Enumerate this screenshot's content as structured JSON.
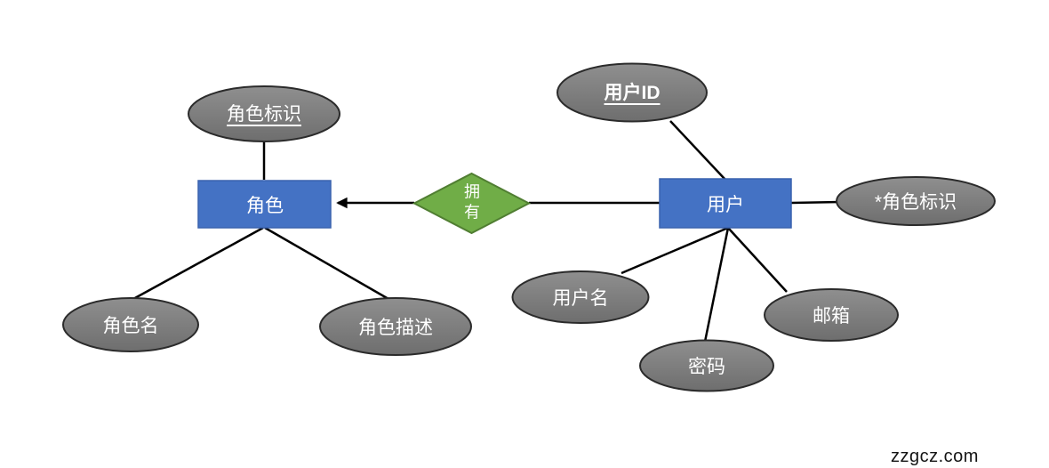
{
  "diagram_type": "entity-relationship",
  "entities": {
    "role": {
      "label": "角色"
    },
    "user": {
      "label": "用户"
    }
  },
  "relationship": {
    "label": "拥有"
  },
  "attributes": {
    "role_id": {
      "label": "角色标识",
      "primary_key": true
    },
    "role_name": {
      "label": "角色名",
      "primary_key": false
    },
    "role_desc": {
      "label": "角色描述",
      "primary_key": false
    },
    "user_id": {
      "label": "用户ID",
      "primary_key": true
    },
    "fk_role_id": {
      "label": "*角色标识",
      "primary_key": false
    },
    "username": {
      "label": "用户名",
      "primary_key": false
    },
    "password": {
      "label": "密码",
      "primary_key": false
    },
    "email": {
      "label": "邮箱",
      "primary_key": false
    }
  },
  "watermark": {
    "text": "zzgcz.com"
  },
  "colors": {
    "entity_fill": "#4472C4",
    "entity_border": "#3A62AE",
    "attribute_fill_top": "#8F8F8F",
    "attribute_fill_bottom": "#6E6E6E",
    "attribute_border": "#2B2B2B",
    "relationship_fill": "#70AD47",
    "relationship_border": "#507E32",
    "connector": "#000000",
    "label_text": "#FFFFFF",
    "watermark_text": "#141414",
    "background": "#FFFFFF"
  }
}
